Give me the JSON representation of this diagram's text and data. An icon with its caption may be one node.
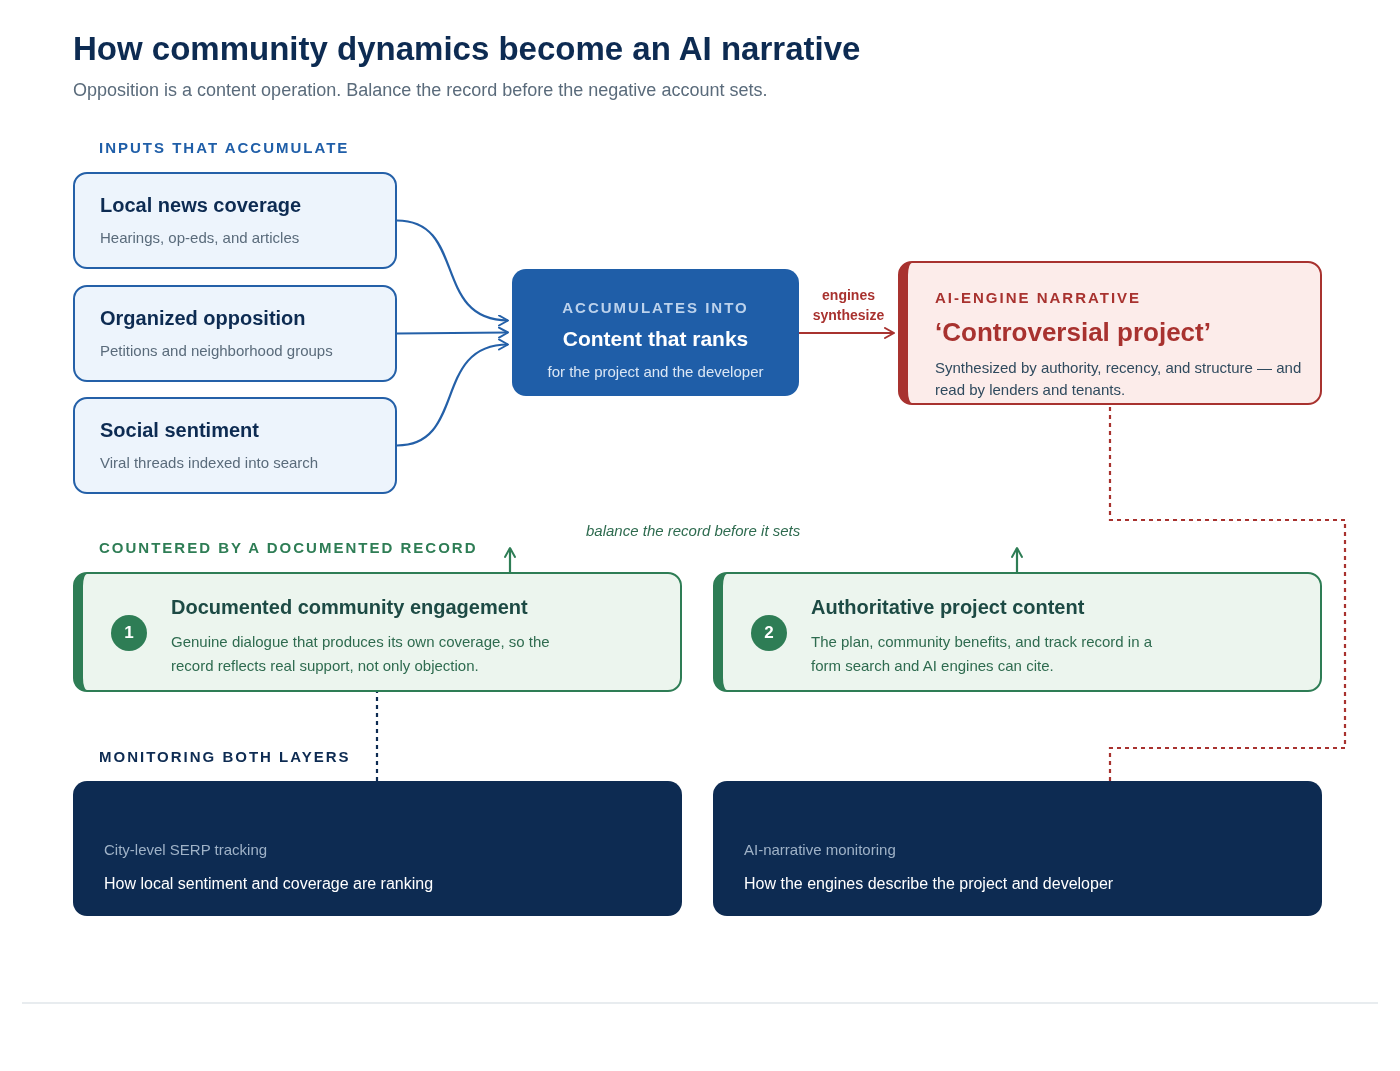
{
  "diagram": {
    "title": "How community dynamics become an AI narrative",
    "nodes": [
      {
        "text": [
          "Local news coverage",
          "Hearings, op-eds, and articles"
        ]
      },
      {
        "text": [
          "Organized opposition",
          "Petitions and neighborhood groups"
        ]
      },
      {
        "text": [
          "Social sentiment",
          "Viral threads indexed into search"
        ]
      },
      {
        "text": [
          "ACCUMULATES INTO",
          "Content that ranks",
          "for the project and the developer"
        ]
      },
      {
        "text": [
          "AI-ENGINE NARRATIVE",
          "‘Controversial project’",
          "Synthesized by authority, recency, and structure — and read by lenders and tenants."
        ]
      },
      {
        "text": [
          "1",
          "Documented community engagement",
          "Genuine dialogue that produces its own coverage, so the record reflects real support, not only objection."
        ]
      },
      {
        "text": [
          "2",
          "Authoritative project content",
          "The plan, community benefits, and track record in a form search and AI engines can cite."
        ]
      },
      {
        "text": [
          "City-level SERP tracking",
          "How local sentiment and coverage are ranking"
        ]
      },
      {
        "text": [
          "AI-narrative monitoring",
          "How the engines describe the project and developer"
        ]
      }
    ],
    "edges": [
      {
        "from": 0,
        "to": 3,
        "arrow": "to"
      },
      {
        "from": 1,
        "to": 3,
        "arrow": "to"
      },
      {
        "from": 2,
        "to": 3,
        "arrow": "to"
      },
      {
        "from": 3,
        "to": 4,
        "arrow": "to",
        "label": "engines synthesize",
        "color": "#a8322f"
      },
      {
        "from": 7,
        "to": 5,
        "arrow": "none",
        "style": "dashed",
        "color": "#0d2b52"
      },
      {
        "from": 8,
        "to": 4,
        "arrow": "none",
        "style": "dashed",
        "color": "#a8322f"
      },
      {
        "from": 5,
        "to": null,
        "arrow": "to",
        "color": "#2e7d55"
      },
      {
        "from": 6,
        "to": null,
        "arrow": "to",
        "color": "#2e7d55"
      }
    ],
    "labels": [
      "Opposition is a content operation. Balance the record before the negative account sets.",
      "INPUTS THAT ACCUMULATE",
      "balance the record before it sets",
      "COUNTERED BY A DOCUMENTED RECORD",
      "MONITORING BOTH LAYERS"
    ]
  }
}
